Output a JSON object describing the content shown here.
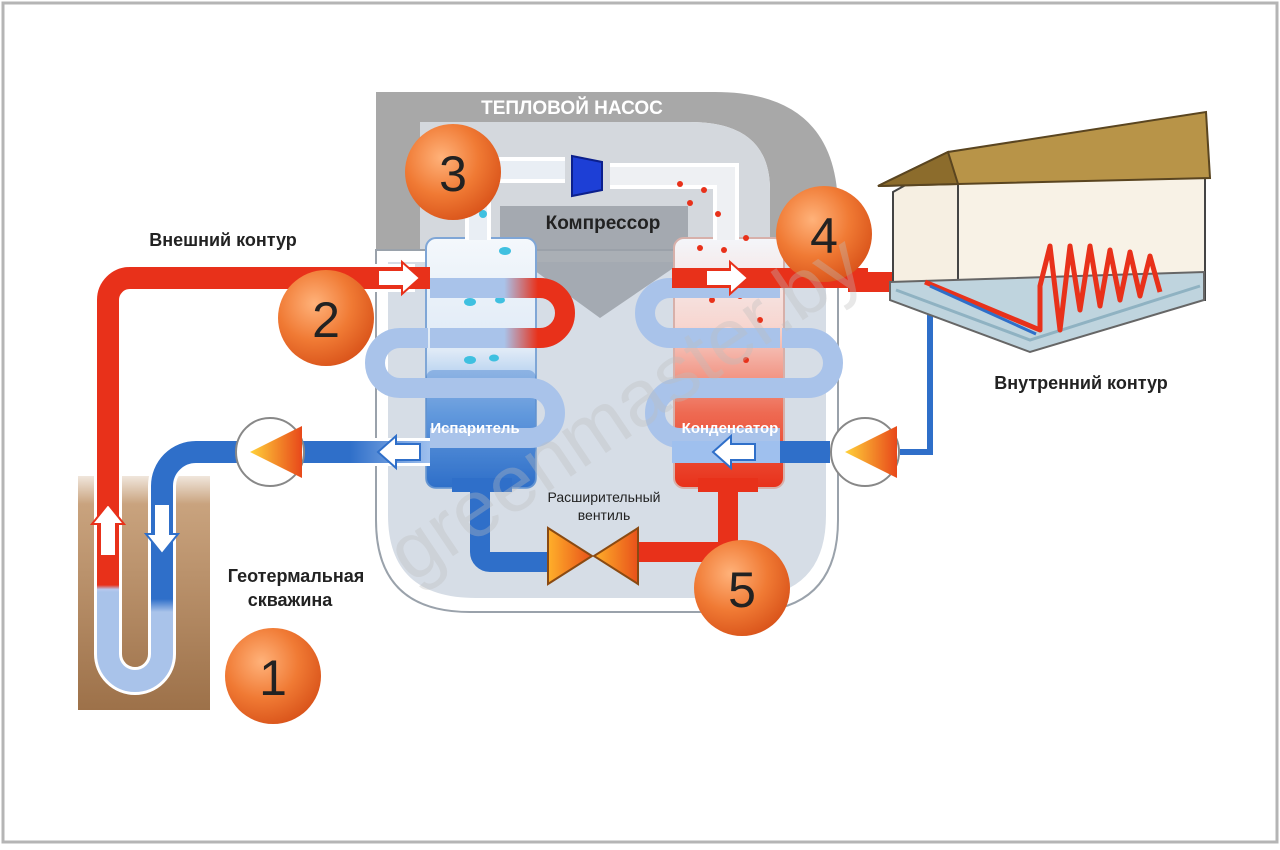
{
  "title": "ТЕПЛОВОЙ НАСОС",
  "labels": {
    "compressor": "Компрессор",
    "outer_loop": "Внешний контур",
    "inner_loop": "Внутренний контур",
    "evaporator": "Испаритель",
    "condenser": "Конденсатор",
    "valve_line1": "Расширительный",
    "valve_line2": "вентиль",
    "well_line1": "Геотермальная",
    "well_line2": "скважина"
  },
  "markers": [
    "1",
    "2",
    "3",
    "4",
    "5"
  ],
  "watermark": "greenmaster.by",
  "colors": {
    "hot": "#e8311a",
    "hot_light": "#f05a3a",
    "cold": "#2f6fc9",
    "cold_light": "#a9c3ea",
    "marker": "#f07a34",
    "casing": "#a8a8a8",
    "roof": "#b89448",
    "soil": "#b0855a"
  },
  "icons": [
    "arrow-right-icon",
    "arrow-left-icon",
    "arrow-up-icon",
    "arrow-down-icon",
    "pump-icon",
    "compressor-icon",
    "valve-icon",
    "house-icon"
  ]
}
